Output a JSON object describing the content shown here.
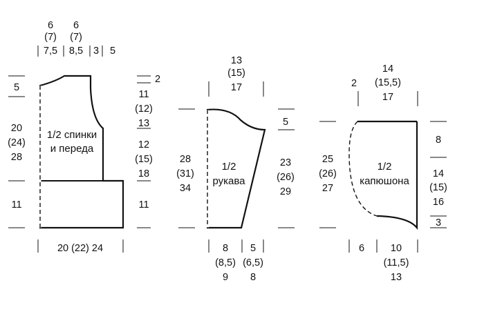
{
  "pieces": {
    "body": {
      "label": [
        "1/2 спинки",
        "и переда"
      ],
      "top_widths": [
        "6",
        "(7)",
        "7,5",
        "6",
        "(7)",
        "8,5",
        "3",
        "5"
      ],
      "left_heights": [
        "5",
        "20",
        "(24)",
        "28",
        "11"
      ],
      "right_heights": [
        "2",
        "11",
        "(12)",
        "13",
        "12",
        "(15)",
        "18",
        "11"
      ],
      "bottom_width": "20 (22) 24"
    },
    "sleeve": {
      "label": [
        "1/2",
        "рукава"
      ],
      "top_width": [
        "13",
        "(15)",
        "17"
      ],
      "left_height": [
        "28",
        "(31)",
        "34"
      ],
      "right_heights": [
        "5",
        "23",
        "(26)",
        "29"
      ],
      "bottom_widths": [
        "8",
        "(8,5)",
        "9",
        "5",
        "(6,5)",
        "8"
      ]
    },
    "hood": {
      "label": [
        "1/2",
        "капюшона"
      ],
      "top_widths": [
        "2",
        "14",
        "(15,5)",
        "17"
      ],
      "left_height": [
        "25",
        "(26)",
        "27"
      ],
      "right_heights": [
        "8",
        "14",
        "(15)",
        "16",
        "3"
      ],
      "bottom_widths": [
        "6",
        "10",
        "(11,5)",
        "13"
      ]
    }
  },
  "colors": {
    "ink": "#111111"
  }
}
